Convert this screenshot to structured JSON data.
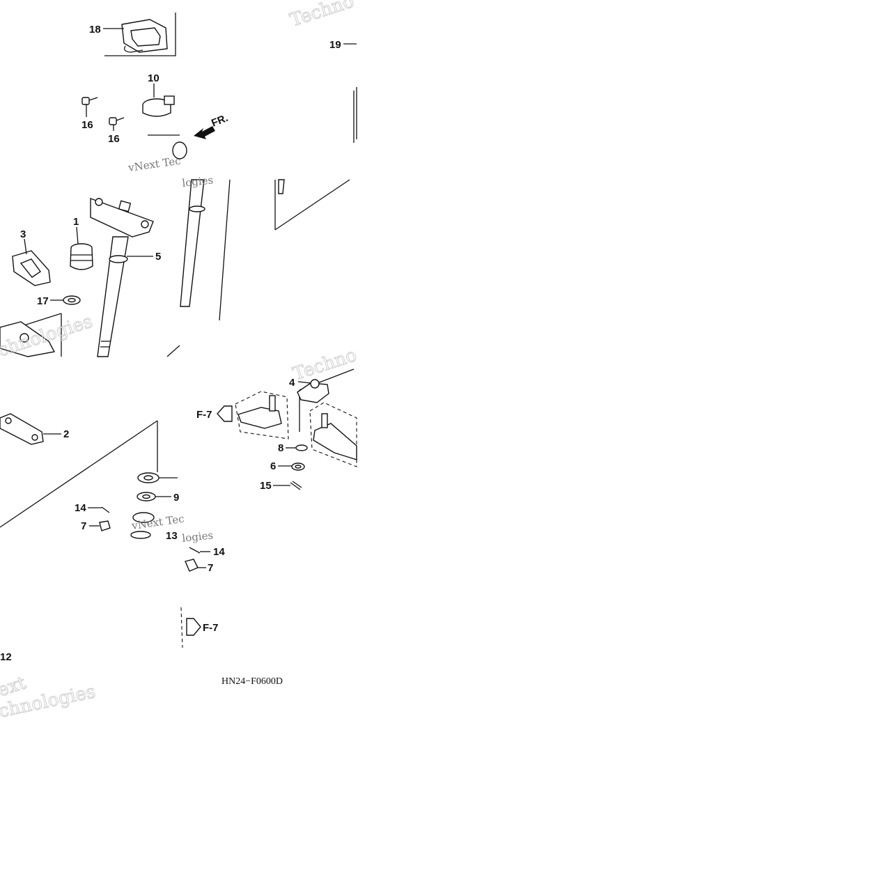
{
  "callouts": {
    "c18": "18",
    "c19": "19",
    "c10": "10",
    "c16a": "16",
    "c16b": "16",
    "c1": "1",
    "c3": "3",
    "c5": "5",
    "c17": "17",
    "c2": "2",
    "c14a": "14",
    "c7a": "7",
    "c9": "9",
    "c13": "13",
    "c4": "4",
    "c8": "8",
    "c6": "6",
    "c15": "15",
    "c14b": "14",
    "c7b": "7",
    "c12": "12"
  },
  "direction": {
    "front": "FR."
  },
  "refs": {
    "f7_top": "F-7",
    "f7_bottom": "F-7"
  },
  "diagram_code": "HN24−F0600D",
  "watermarks": {
    "technologies": "Technologies",
    "vnext_tech": "vNext Tec",
    "vnext": "vNext",
    "ext": "ext",
    "techno": "Techno",
    "chnologies": "chnologies",
    "logies": "logies"
  },
  "colors": {
    "ink": "#111111",
    "watermark": "#cfcfcf",
    "background": "#ffffff"
  }
}
